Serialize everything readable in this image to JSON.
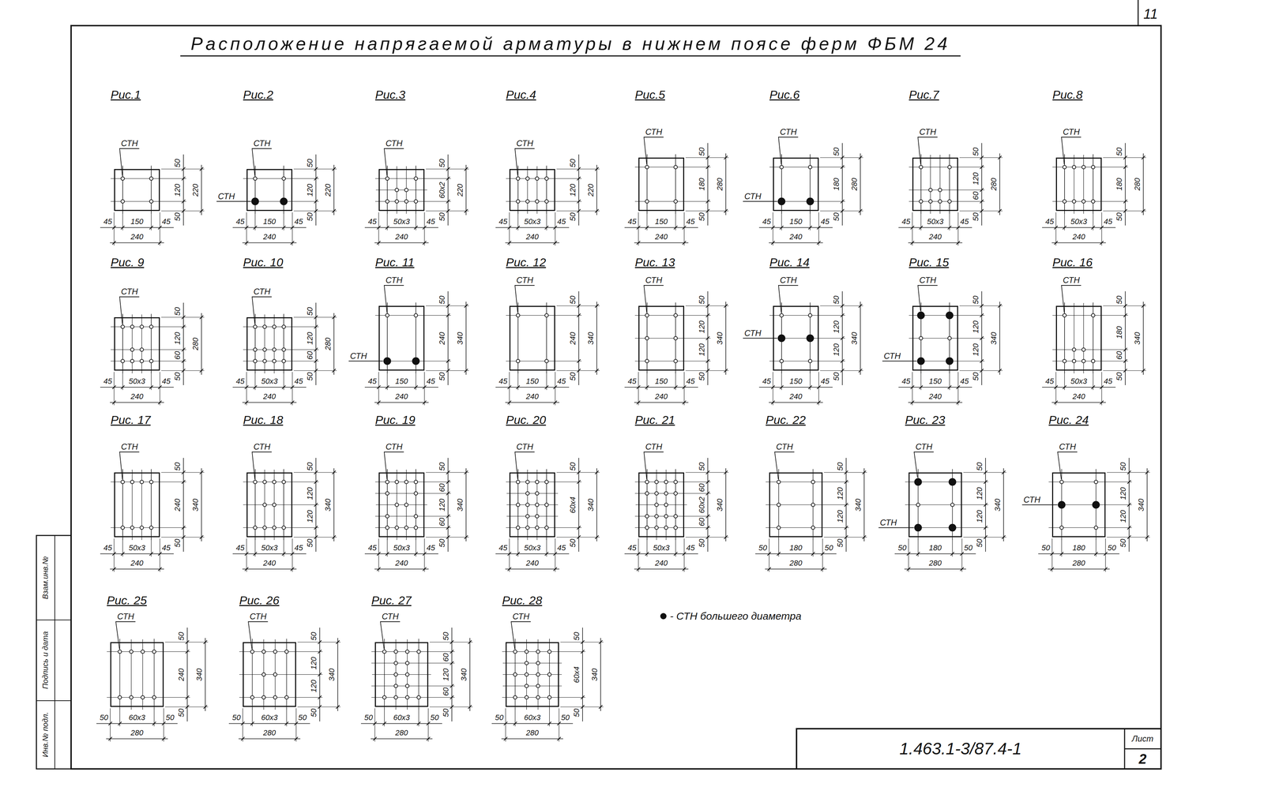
{
  "diagram": {
    "title": "Расположение напрягаемой арматуры в нижнем поясе ферм ФБМ 24",
    "nodes": [
      {
        "text": [
          "Рис.1"
        ]
      },
      {
        "text": [
          "Рис.2"
        ]
      },
      {
        "text": [
          "Рис.3"
        ]
      },
      {
        "text": [
          "Рис.4"
        ]
      },
      {
        "text": [
          "Рис.5"
        ]
      },
      {
        "text": [
          "Рис.6"
        ]
      },
      {
        "text": [
          "Рис.7"
        ]
      },
      {
        "text": [
          "Рис.8"
        ]
      },
      {
        "text": [
          "Рис. 9"
        ]
      },
      {
        "text": [
          "Рис. 10"
        ]
      },
      {
        "text": [
          "Рис. 11"
        ]
      },
      {
        "text": [
          "Рис. 12"
        ]
      },
      {
        "text": [
          "Рис. 13"
        ]
      },
      {
        "text": [
          "Рис. 14"
        ]
      },
      {
        "text": [
          "Рис. 15"
        ]
      },
      {
        "text": [
          "Рис. 16"
        ]
      },
      {
        "text": [
          "Рис. 17"
        ]
      },
      {
        "text": [
          "Рис. 18"
        ]
      },
      {
        "text": [
          "Рис. 19"
        ]
      },
      {
        "text": [
          "Рис. 20"
        ]
      },
      {
        "text": [
          "Рис. 21"
        ]
      },
      {
        "text": [
          "Рис. 22"
        ]
      },
      {
        "text": [
          "Рис. 23"
        ]
      },
      {
        "text": [
          "Рис. 24"
        ]
      },
      {
        "text": [
          "Рис. 25"
        ]
      },
      {
        "text": [
          "Рис. 26"
        ]
      },
      {
        "text": [
          "Рис. 27"
        ]
      },
      {
        "text": [
          "Рис. 28"
        ]
      }
    ],
    "labels": [
      "СТН",
      "45",
      "150",
      "45",
      "240",
      "50",
      "120",
      "50",
      "220",
      "СТН",
      "СТН",
      "45",
      "150",
      "45",
      "240",
      "50",
      "120",
      "50",
      "220",
      "СТН",
      "45",
      "50x3",
      "45",
      "240",
      "50",
      "60x2",
      "50",
      "220",
      "СТН",
      "45",
      "50x3",
      "45",
      "240",
      "50",
      "120",
      "50",
      "220",
      "СТН",
      "45",
      "150",
      "45",
      "240",
      "50",
      "180",
      "50",
      "280",
      "СТН",
      "СТН",
      "45",
      "150",
      "45",
      "240",
      "50",
      "180",
      "50",
      "280",
      "СТН",
      "45",
      "50x3",
      "45",
      "240",
      "50",
      "120",
      "60",
      "50",
      "280",
      "СТН",
      "45",
      "50x3",
      "45",
      "240",
      "50",
      "180",
      "50",
      "280",
      "СТН",
      "45",
      "50x3",
      "45",
      "240",
      "50",
      "120",
      "60",
      "50",
      "280",
      "СТН",
      "45",
      "50x3",
      "45",
      "240",
      "50",
      "120",
      "60",
      "50",
      "280",
      "СТН",
      "СТН",
      "45",
      "150",
      "45",
      "240",
      "50",
      "240",
      "50",
      "340",
      "СТН",
      "45",
      "150",
      "45",
      "240",
      "50",
      "240",
      "50",
      "340",
      "СТН",
      "45",
      "150",
      "45",
      "240",
      "50",
      "120",
      "120",
      "50",
      "340",
      "СТН",
      "СТН",
      "45",
      "150",
      "45",
      "240",
      "50",
      "120",
      "120",
      "50",
      "340",
      "СТН",
      "СТН",
      "45",
      "150",
      "45",
      "240",
      "50",
      "120",
      "120",
      "50",
      "340",
      "СТН",
      "45",
      "50x3",
      "45",
      "240",
      "50",
      "180",
      "60",
      "50",
      "340",
      "СТН",
      "45",
      "50x3",
      "45",
      "240",
      "50",
      "240",
      "50",
      "340",
      "СТН",
      "45",
      "50x3",
      "45",
      "240",
      "50",
      "120",
      "120",
      "50",
      "340",
      "СТН",
      "45",
      "50x3",
      "45",
      "240",
      "50",
      "60",
      "120",
      "60",
      "50",
      "340",
      "СТН",
      "45",
      "50x3",
      "45",
      "240",
      "50",
      "60x4",
      "50",
      "340",
      "СТН",
      "45",
      "50x3",
      "45",
      "240",
      "50",
      "60",
      "60x2",
      "60",
      "50",
      "340",
      "СТН",
      "50",
      "180",
      "50",
      "280",
      "50",
      "120",
      "120",
      "50",
      "340",
      "СТН",
      "СТН",
      "50",
      "180",
      "50",
      "280",
      "50",
      "120",
      "120",
      "50",
      "340",
      "СТН",
      "СТН",
      "50",
      "180",
      "50",
      "280",
      "50",
      "120",
      "120",
      "50",
      "340",
      "СТН",
      "50",
      "60x3",
      "50",
      "280",
      "50",
      "240",
      "50",
      "340",
      "СТН",
      "50",
      "60x3",
      "50",
      "280",
      "50",
      "120",
      "120",
      "50",
      "340",
      "СТН",
      "50",
      "60x3",
      "50",
      "280",
      "50",
      "60",
      "120",
      "60",
      "50",
      "340",
      "СТН",
      "50",
      "60x3",
      "50",
      "280",
      "50",
      "60x4",
      "50",
      "340",
      "11",
      "1.463.1-3/87.4-1",
      "Лист",
      "2",
      "Инв.№ подл.",
      "Подпись и дата",
      "Взам.инв.№"
    ],
    "legend": [
      {
        "text": "- СТН большего диаметра"
      }
    ]
  }
}
